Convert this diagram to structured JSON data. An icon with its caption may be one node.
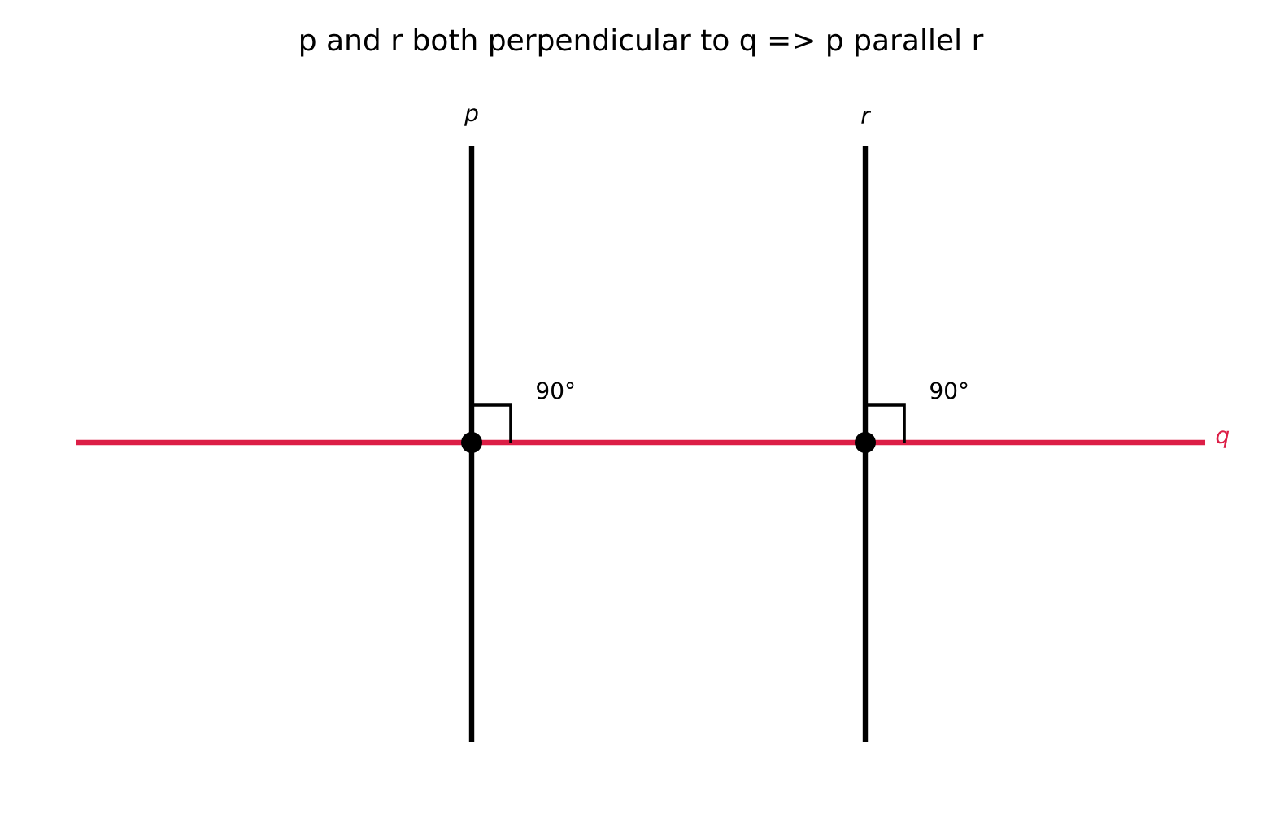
{
  "diagram": {
    "title": "p and r both perpendicular to q  =>  p parallel r",
    "labels": [
      "p",
      "r",
      "90°",
      "90°",
      "q"
    ]
  }
}
